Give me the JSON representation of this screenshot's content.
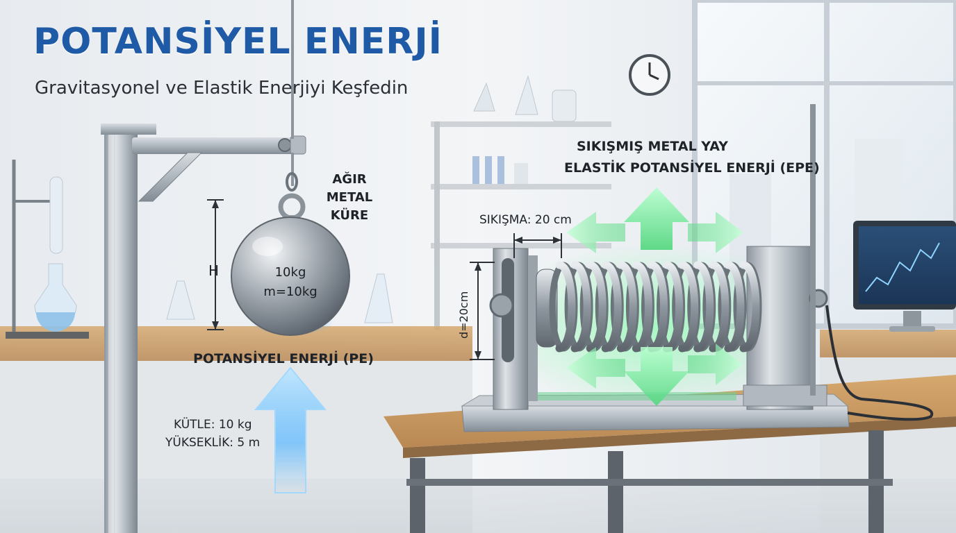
{
  "header": {
    "title": "POTANSİYEL ENERJİ",
    "subtitle": "Gravitasyonel ve Elastik Enerjiyi Keşfedin"
  },
  "gravity": {
    "object_label_line1": "AĞIR",
    "object_label_line2": "METAL",
    "object_label_line3": "KÜRE",
    "height_symbol": "H",
    "ball_mass_text": "10kg",
    "ball_formula_text": "m=10kg",
    "energy_label": "POTANSİYEL ENERJİ (PE)",
    "mass_text": "KÜTLE: 10 kg",
    "height_text": "YÜKSEKLİK: 5 m"
  },
  "elastic": {
    "title_line1": "SIKIŞMIŞ METAL YAY",
    "title_line2": "ELASTİK POTANSİYEL ENERJİ (EPE)",
    "compression_text": "SIKIŞMA: 20 cm",
    "diameter_text": "d=20cm"
  },
  "colors": {
    "title_blue": "#1f5aa6",
    "pe_arrow_blue": "#5ab8ff",
    "epe_arrow_green": "#5fe08a",
    "steel": "#a7afb8",
    "wood": "#c99a62"
  }
}
